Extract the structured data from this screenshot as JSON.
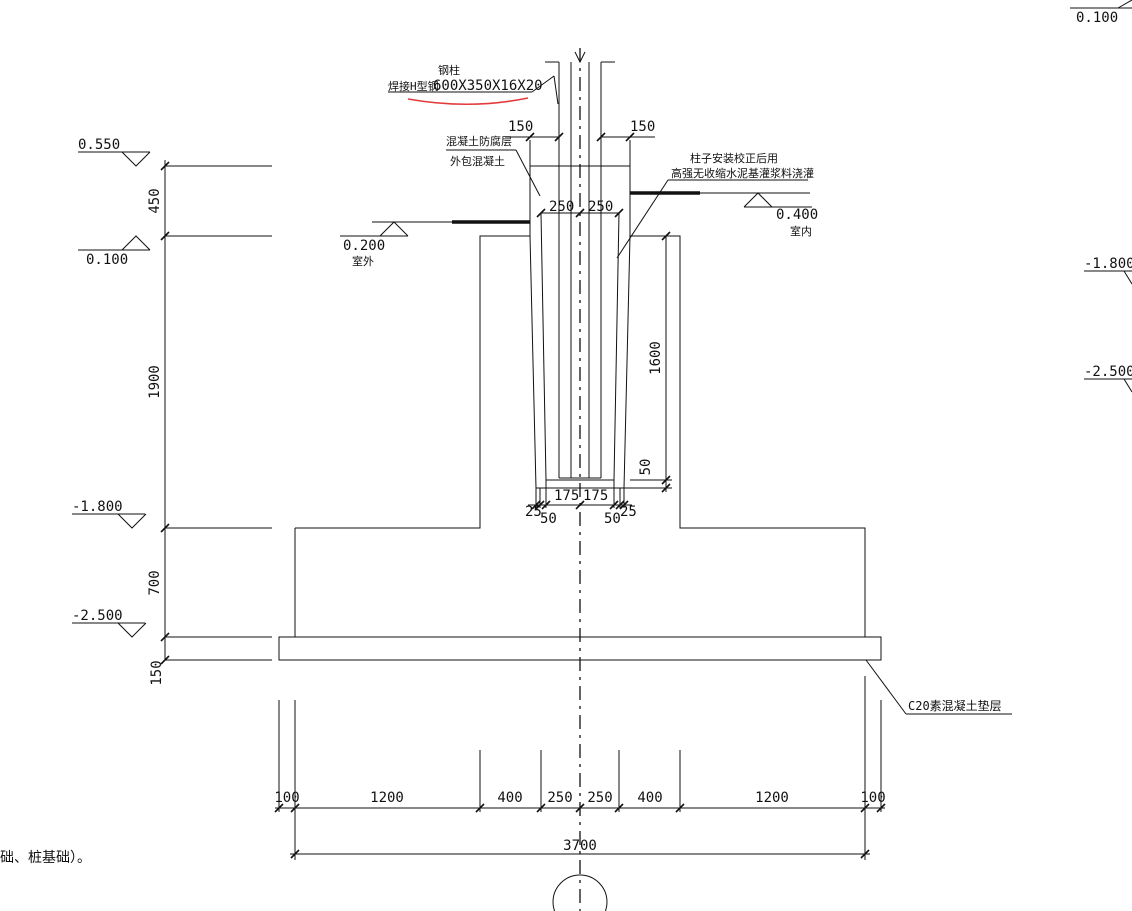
{
  "elevations": {
    "top_right": "0.100",
    "plus_0550": "0.550",
    "plus_0100": "0.100",
    "minus_1800": "-1.800",
    "minus_2500": "-2.500",
    "right_minus_1800": "-1.800",
    "right_minus_2500": "-2.500",
    "outdoor_value": "0.200",
    "outdoor_label": "室外",
    "indoor_value": "0.400",
    "indoor_label": "室内"
  },
  "vertical_dims": {
    "d450": "450",
    "d1900": "1900",
    "d700": "700",
    "d150": "150",
    "d1600": "1600",
    "d50": "50"
  },
  "column_dims": {
    "left150": "150",
    "right150": "150",
    "left250": "250",
    "right250": "250"
  },
  "socket_bottom_dims": {
    "left175": "175",
    "right175": "175",
    "left25": "25",
    "left50": "50",
    "right50": "50",
    "right25": "25"
  },
  "bottom_dims": {
    "segments": [
      "100",
      "1200",
      "400",
      "250",
      "250",
      "400",
      "1200",
      "100"
    ],
    "total": "3700"
  },
  "notes": {
    "steel_column_title": "钢柱",
    "steel_column_spec_prefix": "焊接H型钢",
    "steel_column_spec": "600X350X16X20",
    "anticorrosion_line1": "混凝土防腐层",
    "anticorrosion_line2": "外包混凝土",
    "grout_line1": "柱子安装校正后用",
    "grout_line2": "高强无收缩水泥基灌浆料浇灌",
    "cushion": "C20素混凝土垫层",
    "footnote": "础、桩基础）。"
  },
  "colors": {
    "line": "#111111",
    "markup": "#e23b3b",
    "background": "#ffffff"
  }
}
